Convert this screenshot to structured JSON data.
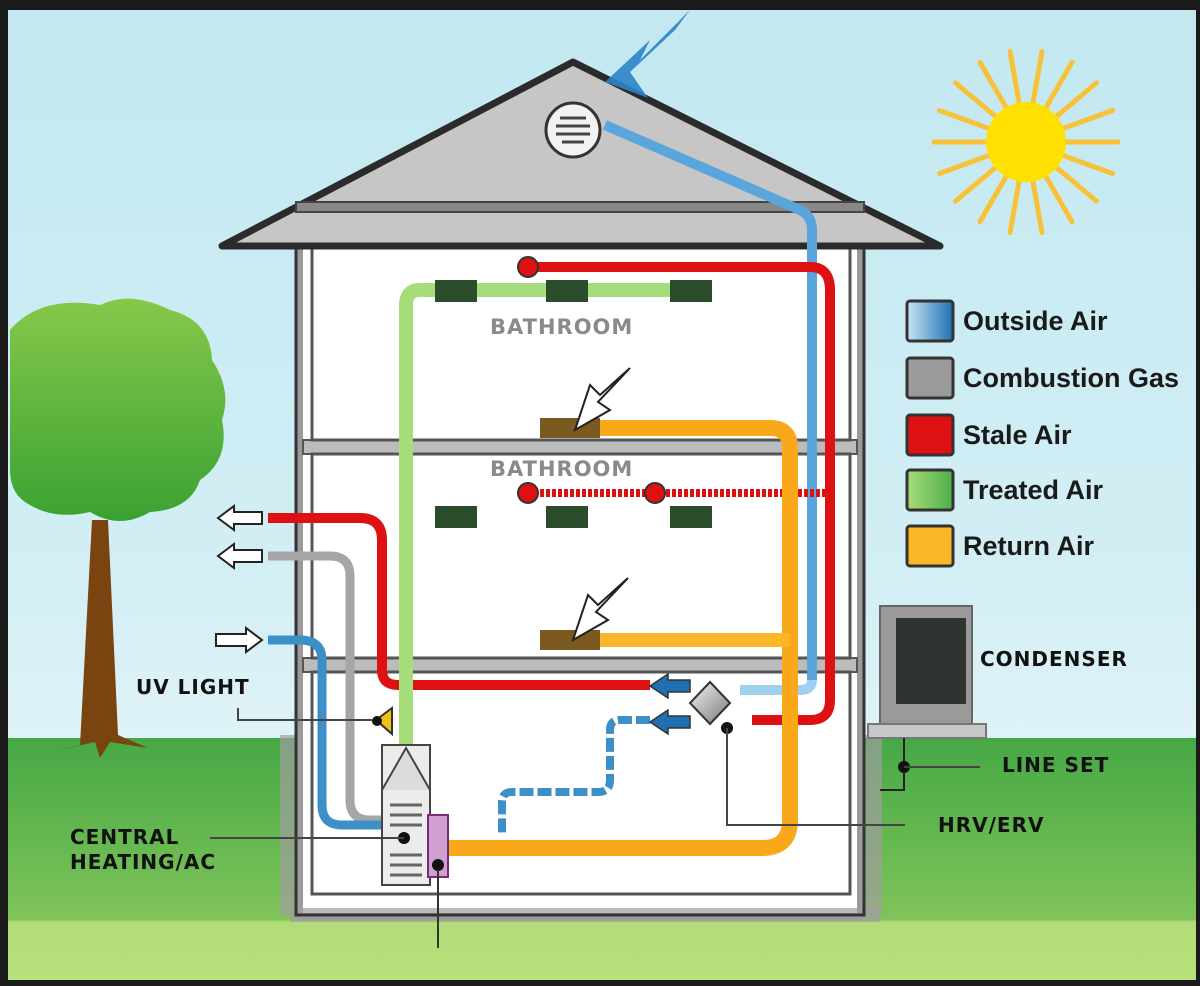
{
  "diagram": {
    "type": "home-ventilation-airflow",
    "rooms": [
      {
        "id": "upper",
        "label": "BATHROOM"
      },
      {
        "id": "middle",
        "label": "BATHROOM"
      }
    ],
    "labels": {
      "uv_light": "UV LIGHT",
      "central_line1": "CENTRAL",
      "central_line2": "HEATING/AC",
      "condenser": "CONDENSER",
      "line_set": "LINE SET",
      "hrv_erv": "HRV/ERV"
    },
    "legend": {
      "position": "right",
      "items": [
        {
          "label": "Outside Air",
          "color": "#3d8fc8"
        },
        {
          "label": "Combustion Gas",
          "color": "#9a9a9a"
        },
        {
          "label": "Stale Air",
          "color": "#dd1111"
        },
        {
          "label": "Treated Air",
          "color": "#6cc04a"
        },
        {
          "label": "Return Air",
          "color": "#f7a81b"
        }
      ]
    },
    "colors": {
      "sky_top": "#c5e9f1",
      "sky_bottom": "#eef8fb",
      "grass_dark": "#4caf50",
      "grass_light": "#b3dd78",
      "roof": "#c6c6c6",
      "sun": "#ffe000",
      "tree": "#5cb83c",
      "trunk": "#7a4410"
    }
  }
}
